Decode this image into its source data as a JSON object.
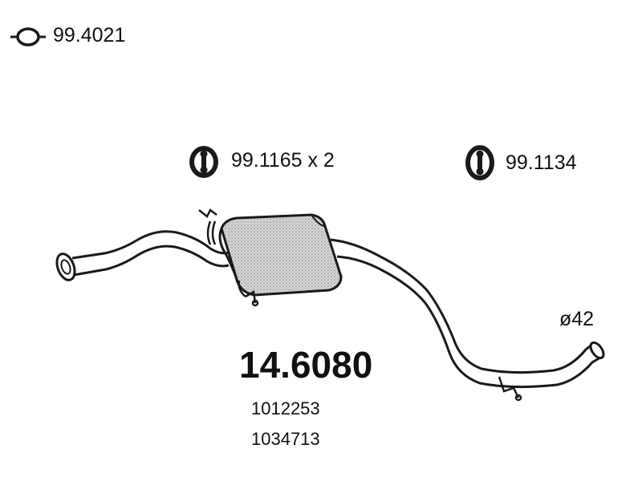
{
  "parts": {
    "gasket": {
      "number": "99.4021",
      "icon": "gasket-ring-icon"
    },
    "hanger_pair": {
      "number": "99.1165 x 2",
      "icon": "rubber-hanger-icon"
    },
    "hanger_single": {
      "number": "99.1134",
      "icon": "rubber-hanger-icon"
    }
  },
  "pipe": {
    "diameter": "ø42"
  },
  "product": {
    "number": "14.6080",
    "oe_numbers": [
      "1012253",
      "1034713"
    ]
  },
  "colors": {
    "line": "#1a1a1a",
    "background": "#ffffff",
    "muffler_fill": "#dcdcdc"
  }
}
